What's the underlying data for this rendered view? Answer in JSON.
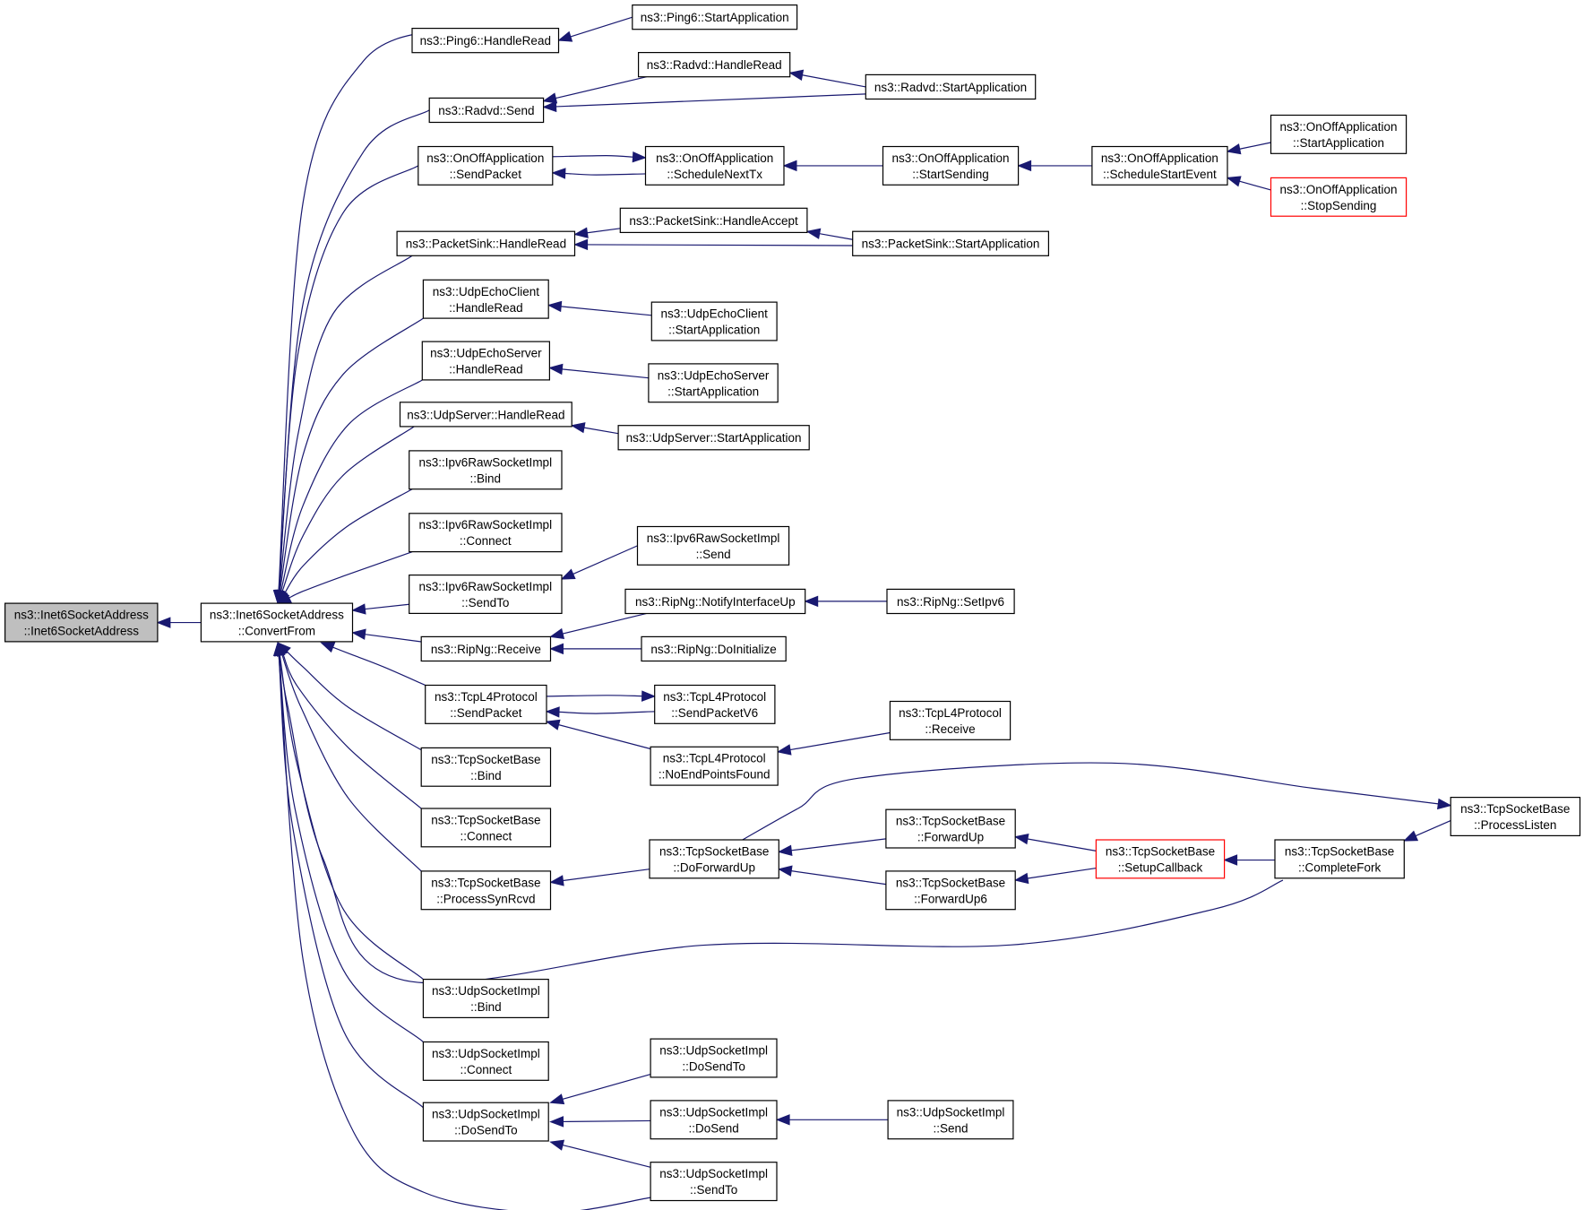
{
  "colors": {
    "edge": "#191970",
    "root_fill": "#bfbfbf",
    "truncated_border": "#ff0000"
  },
  "nodes": [
    {
      "id": "n0",
      "lines": [
        "ns3::Inet6SocketAddress",
        "::Inet6SocketAddress"
      ],
      "style": "root"
    },
    {
      "id": "n1",
      "lines": [
        "ns3::Inet6SocketAddress",
        "::ConvertFrom"
      ]
    },
    {
      "id": "n2",
      "lines": [
        "ns3::Ping6::HandleRead"
      ]
    },
    {
      "id": "n3",
      "lines": [
        "ns3::Ping6::StartApplication"
      ]
    },
    {
      "id": "n4",
      "lines": [
        "ns3::Radvd::Send"
      ]
    },
    {
      "id": "n5",
      "lines": [
        "ns3::Radvd::HandleRead"
      ]
    },
    {
      "id": "n6",
      "lines": [
        "ns3::Radvd::StartApplication"
      ]
    },
    {
      "id": "n7",
      "lines": [
        "ns3::OnOffApplication",
        "::SendPacket"
      ]
    },
    {
      "id": "n8",
      "lines": [
        "ns3::OnOffApplication",
        "::ScheduleNextTx"
      ]
    },
    {
      "id": "n9",
      "lines": [
        "ns3::OnOffApplication",
        "::StartSending"
      ]
    },
    {
      "id": "n10",
      "lines": [
        "ns3::OnOffApplication",
        "::ScheduleStartEvent"
      ]
    },
    {
      "id": "n11",
      "lines": [
        "ns3::OnOffApplication",
        "::StartApplication"
      ]
    },
    {
      "id": "n12",
      "lines": [
        "ns3::OnOffApplication",
        "::StopSending"
      ],
      "style": "truncated"
    },
    {
      "id": "n13",
      "lines": [
        "ns3::PacketSink::HandleRead"
      ]
    },
    {
      "id": "n14",
      "lines": [
        "ns3::PacketSink::HandleAccept"
      ]
    },
    {
      "id": "n15",
      "lines": [
        "ns3::PacketSink::StartApplication"
      ]
    },
    {
      "id": "n16",
      "lines": [
        "ns3::UdpEchoClient",
        "::HandleRead"
      ]
    },
    {
      "id": "n17",
      "lines": [
        "ns3::UdpEchoClient",
        "::StartApplication"
      ]
    },
    {
      "id": "n18",
      "lines": [
        "ns3::UdpEchoServer",
        "::HandleRead"
      ]
    },
    {
      "id": "n19",
      "lines": [
        "ns3::UdpEchoServer",
        "::StartApplication"
      ]
    },
    {
      "id": "n20",
      "lines": [
        "ns3::UdpServer::HandleRead"
      ]
    },
    {
      "id": "n21",
      "lines": [
        "ns3::UdpServer::StartApplication"
      ]
    },
    {
      "id": "n22",
      "lines": [
        "ns3::Ipv6RawSocketImpl",
        "::Bind"
      ]
    },
    {
      "id": "n23",
      "lines": [
        "ns3::Ipv6RawSocketImpl",
        "::Connect"
      ]
    },
    {
      "id": "n24",
      "lines": [
        "ns3::Ipv6RawSocketImpl",
        "::SendTo"
      ]
    },
    {
      "id": "n25",
      "lines": [
        "ns3::Ipv6RawSocketImpl",
        "::Send"
      ]
    },
    {
      "id": "n26",
      "lines": [
        "ns3::RipNg::Receive"
      ]
    },
    {
      "id": "n27",
      "lines": [
        "ns3::RipNg::NotifyInterfaceUp"
      ]
    },
    {
      "id": "n28",
      "lines": [
        "ns3::RipNg::SetIpv6"
      ]
    },
    {
      "id": "n29",
      "lines": [
        "ns3::RipNg::DoInitialize"
      ]
    },
    {
      "id": "n30",
      "lines": [
        "ns3::TcpL4Protocol",
        "::SendPacket"
      ]
    },
    {
      "id": "n31",
      "lines": [
        "ns3::TcpL4Protocol",
        "::SendPacketV6"
      ]
    },
    {
      "id": "n32",
      "lines": [
        "ns3::TcpL4Protocol",
        "::NoEndPointsFound"
      ]
    },
    {
      "id": "n33",
      "lines": [
        "ns3::TcpL4Protocol",
        "::Receive"
      ]
    },
    {
      "id": "n34",
      "lines": [
        "ns3::TcpSocketBase",
        "::Bind"
      ]
    },
    {
      "id": "n35",
      "lines": [
        "ns3::TcpSocketBase",
        "::Connect"
      ]
    },
    {
      "id": "n36",
      "lines": [
        "ns3::TcpSocketBase",
        "::ProcessSynRcvd"
      ]
    },
    {
      "id": "n37",
      "lines": [
        "ns3::TcpSocketBase",
        "::DoForwardUp"
      ]
    },
    {
      "id": "n38",
      "lines": [
        "ns3::TcpSocketBase",
        "::ForwardUp"
      ]
    },
    {
      "id": "n39",
      "lines": [
        "ns3::TcpSocketBase",
        "::ForwardUp6"
      ]
    },
    {
      "id": "n40",
      "lines": [
        "ns3::TcpSocketBase",
        "::SetupCallback"
      ],
      "style": "truncated"
    },
    {
      "id": "n41",
      "lines": [
        "ns3::TcpSocketBase",
        "::CompleteFork"
      ]
    },
    {
      "id": "n42",
      "lines": [
        "ns3::TcpSocketBase",
        "::ProcessListen"
      ]
    },
    {
      "id": "n43",
      "lines": [
        "ns3::UdpSocketImpl",
        "::Bind"
      ]
    },
    {
      "id": "n44",
      "lines": [
        "ns3::UdpSocketImpl",
        "::Connect"
      ]
    },
    {
      "id": "n45",
      "lines": [
        "ns3::UdpSocketImpl",
        "::DoSendTo"
      ]
    },
    {
      "id": "n46",
      "lines": [
        "ns3::UdpSocketImpl",
        "::DoSendTo"
      ]
    },
    {
      "id": "n47",
      "lines": [
        "ns3::UdpSocketImpl",
        "::DoSend"
      ]
    },
    {
      "id": "n48",
      "lines": [
        "ns3::UdpSocketImpl",
        "::Send"
      ]
    },
    {
      "id": "n49",
      "lines": [
        "ns3::UdpSocketImpl",
        "::SendTo"
      ]
    }
  ],
  "edges": [
    [
      "n1",
      "n0"
    ],
    [
      "n2",
      "n1"
    ],
    [
      "n3",
      "n2"
    ],
    [
      "n4",
      "n1"
    ],
    [
      "n5",
      "n4"
    ],
    [
      "n6",
      "n4"
    ],
    [
      "n6",
      "n5"
    ],
    [
      "n7",
      "n1"
    ],
    [
      "n8",
      "n7"
    ],
    [
      "n7",
      "n8"
    ],
    [
      "n9",
      "n8"
    ],
    [
      "n10",
      "n9"
    ],
    [
      "n11",
      "n10"
    ],
    [
      "n12",
      "n10"
    ],
    [
      "n13",
      "n1"
    ],
    [
      "n14",
      "n13"
    ],
    [
      "n15",
      "n13"
    ],
    [
      "n15",
      "n14"
    ],
    [
      "n16",
      "n1"
    ],
    [
      "n17",
      "n16"
    ],
    [
      "n18",
      "n1"
    ],
    [
      "n19",
      "n18"
    ],
    [
      "n20",
      "n1"
    ],
    [
      "n21",
      "n20"
    ],
    [
      "n22",
      "n1"
    ],
    [
      "n23",
      "n1"
    ],
    [
      "n24",
      "n1"
    ],
    [
      "n25",
      "n24"
    ],
    [
      "n26",
      "n1"
    ],
    [
      "n27",
      "n26"
    ],
    [
      "n28",
      "n27"
    ],
    [
      "n29",
      "n26"
    ],
    [
      "n30",
      "n1"
    ],
    [
      "n31",
      "n30"
    ],
    [
      "n30",
      "n31"
    ],
    [
      "n32",
      "n30"
    ],
    [
      "n33",
      "n32"
    ],
    [
      "n34",
      "n1"
    ],
    [
      "n35",
      "n1"
    ],
    [
      "n36",
      "n1"
    ],
    [
      "n37",
      "n36"
    ],
    [
      "n38",
      "n37"
    ],
    [
      "n39",
      "n37"
    ],
    [
      "n40",
      "n38"
    ],
    [
      "n40",
      "n39"
    ],
    [
      "n41",
      "n40"
    ],
    [
      "n42",
      "n41"
    ],
    [
      "n37",
      "n42"
    ],
    [
      "n41",
      "n1"
    ],
    [
      "n43",
      "n1"
    ],
    [
      "n44",
      "n1"
    ],
    [
      "n45",
      "n1"
    ],
    [
      "n46",
      "n45"
    ],
    [
      "n47",
      "n45"
    ],
    [
      "n48",
      "n47"
    ],
    [
      "n49",
      "n45"
    ],
    [
      "n49",
      "n1"
    ]
  ]
}
